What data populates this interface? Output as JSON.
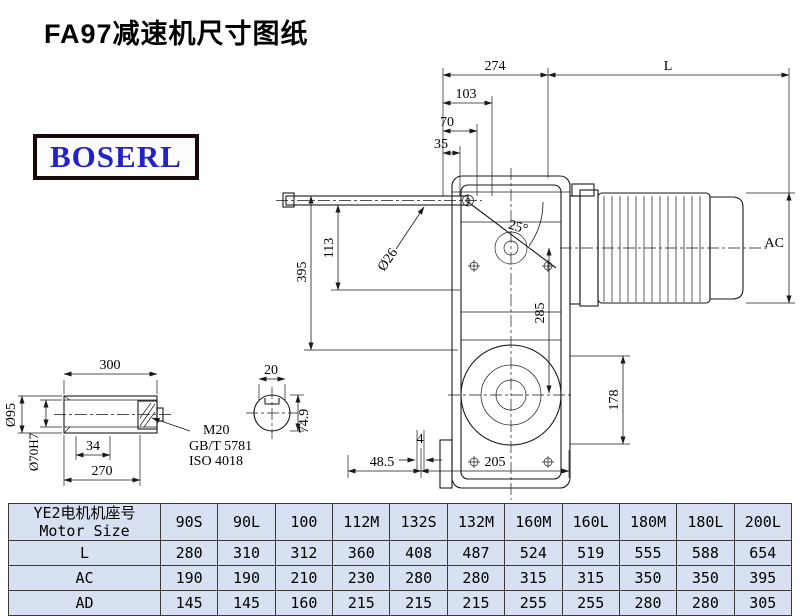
{
  "page": {
    "title": "FA97减速机尺寸图纸",
    "logo_text": "BOSERL",
    "colors": {
      "table_bg": "#d7e1f1",
      "logo_blue": "#2222cc",
      "line": "#1a1a1a"
    }
  },
  "dims": {
    "d274": "274",
    "dL": "L",
    "d103": "103",
    "d70": "70",
    "d35": "35",
    "angle": "25°",
    "shaft_dia": "Ø26",
    "d395": "395",
    "d113": "113",
    "d285": "285",
    "ac": "AC",
    "d178": "178",
    "d4": "4",
    "d48_5": "48.5",
    "d205": "205"
  },
  "shaft": {
    "d300": "300",
    "d95": "Ø95",
    "d70h7": "Ø70H7",
    "d34": "34",
    "d270": "270",
    "thread": "M20",
    "std1": "GB/T 5781",
    "std2": "ISO 4018"
  },
  "key": {
    "d20": "20",
    "d74_9": "74.9"
  },
  "table": {
    "header": {
      "label_cn": "YE2电机机座号",
      "label_en": "Motor Size",
      "sizes": [
        "90S",
        "90L",
        "100",
        "112M",
        "132S",
        "132M",
        "160M",
        "160L",
        "180M",
        "180L",
        "200L"
      ]
    },
    "rows": [
      {
        "label": "L",
        "values": [
          "280",
          "310",
          "312",
          "360",
          "408",
          "487",
          "524",
          "519",
          "555",
          "588",
          "654"
        ]
      },
      {
        "label": "AC",
        "values": [
          "190",
          "190",
          "210",
          "230",
          "280",
          "280",
          "315",
          "315",
          "350",
          "350",
          "395"
        ]
      },
      {
        "label": "AD",
        "values": [
          "145",
          "145",
          "160",
          "215",
          "215",
          "215",
          "255",
          "255",
          "280",
          "280",
          "305"
        ]
      }
    ]
  }
}
